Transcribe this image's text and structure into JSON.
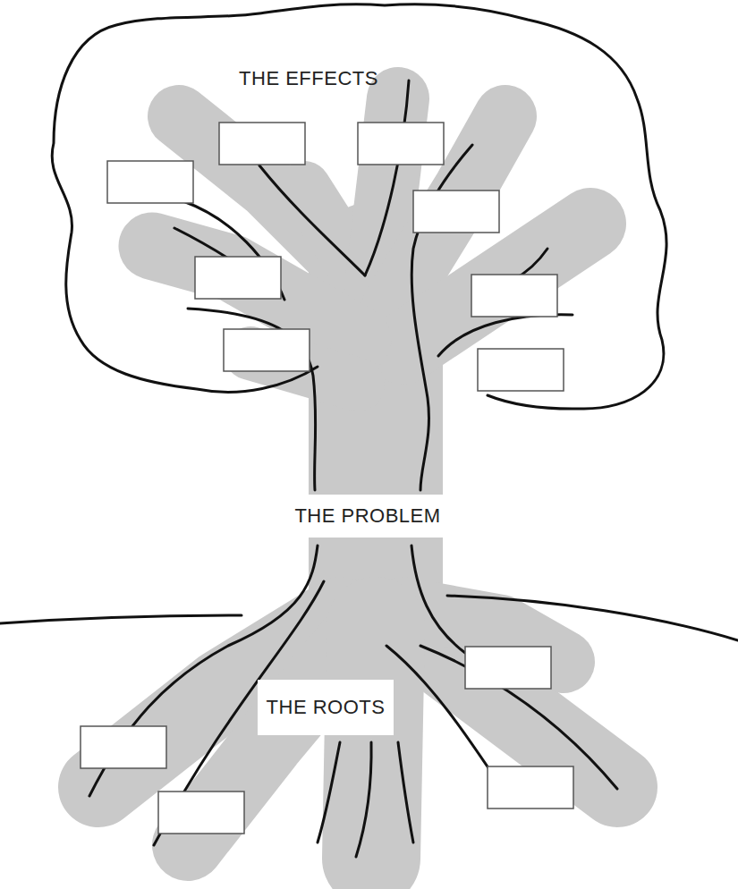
{
  "diagram": {
    "labels": [
      "THE EFFECTS",
      "THE PROBLEM",
      "THE ROOTS"
    ]
  }
}
